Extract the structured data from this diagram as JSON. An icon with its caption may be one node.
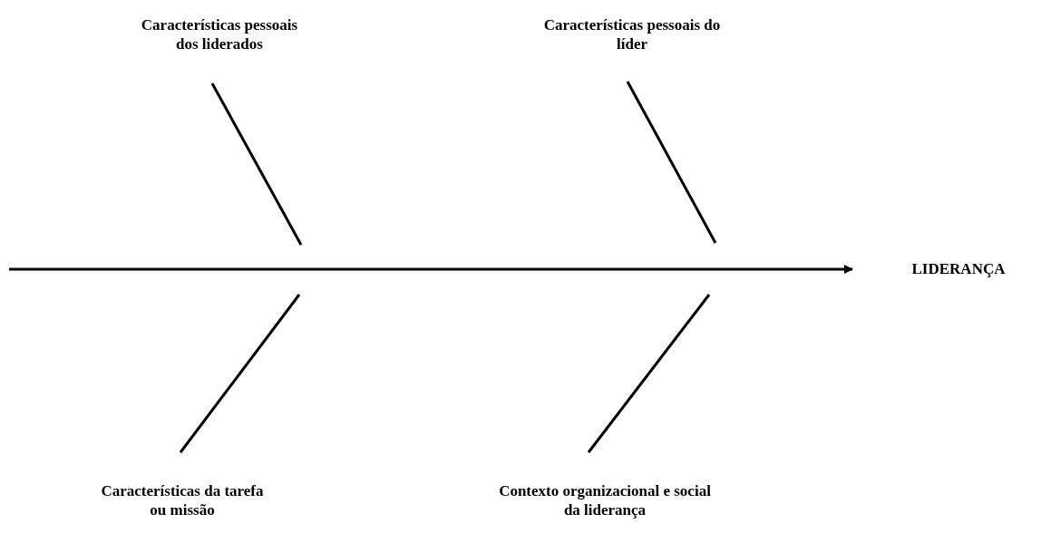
{
  "diagram": {
    "nodes": [
      {
        "text": [
          "Características pessoais dos liderados"
        ]
      },
      {
        "text": [
          "Características pessoais do líder"
        ]
      },
      {
        "text": [
          "Características da tarefa ou missão"
        ]
      },
      {
        "text": [
          "Contexto organizacional e social da liderança"
        ]
      },
      {
        "text": [
          "LIDERANÇA"
        ]
      }
    ],
    "edges": [
      {
        "from": null,
        "to": 4,
        "arrow": "to"
      },
      {
        "from": 0,
        "to": null,
        "arrow": "none"
      },
      {
        "from": 1,
        "to": null,
        "arrow": "none"
      },
      {
        "from": 2,
        "to": null,
        "arrow": "none"
      },
      {
        "from": 3,
        "to": null,
        "arrow": "none"
      }
    ]
  }
}
